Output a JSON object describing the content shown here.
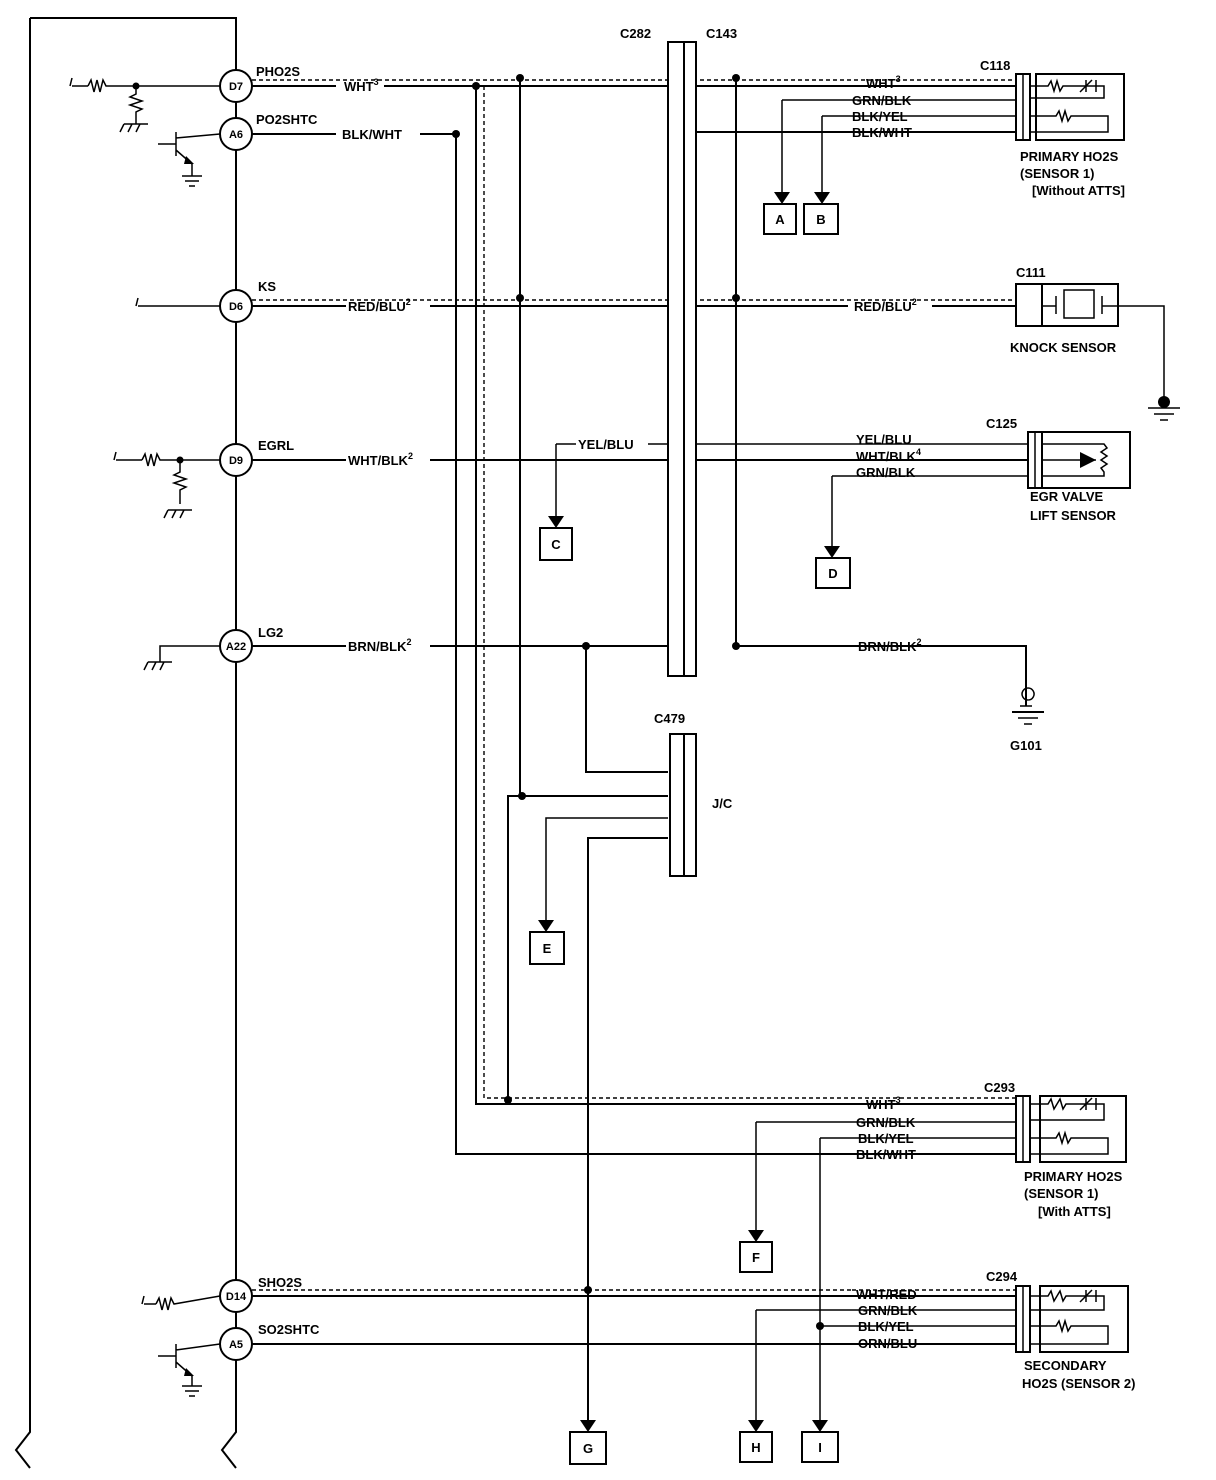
{
  "ecm_pins": [
    {
      "pin": "D7",
      "signal": "PHO2S",
      "wire": "WHT",
      "sup": "3"
    },
    {
      "pin": "A6",
      "signal": "PO2SHTC",
      "wire": "BLK/WHT",
      "sup": ""
    },
    {
      "pin": "D6",
      "signal": "KS",
      "wire": "RED/BLU",
      "sup": "2"
    },
    {
      "pin": "D9",
      "signal": "EGRL",
      "wire": "WHT/BLK",
      "sup": "2"
    },
    {
      "pin": "A22",
      "signal": "LG2",
      "wire": "BRN/BLK",
      "sup": "2"
    },
    {
      "pin": "D14",
      "signal": "SHO2S",
      "wire": "",
      "sup": ""
    },
    {
      "pin": "A5",
      "signal": "SO2SHTC",
      "wire": "",
      "sup": ""
    }
  ],
  "connectors": {
    "c282": "C282",
    "c143": "C143",
    "c479": "C479",
    "jc": "J/C",
    "c118": "C118",
    "c111": "C111",
    "c125": "C125",
    "c293": "C293",
    "c294": "C294",
    "g101": "G101"
  },
  "components": {
    "primary_wo": [
      "PRIMARY HO2S",
      "(SENSOR 1)",
      "[Without ATTS]"
    ],
    "knock": [
      "KNOCK SENSOR"
    ],
    "egr": [
      "EGR VALVE",
      "LIFT SENSOR"
    ],
    "primary_w": [
      "PRIMARY HO2S",
      "(SENSOR 1)",
      "[With ATTS]"
    ],
    "secondary": [
      "SECONDARY",
      "HO2S (SENSOR 2)"
    ]
  },
  "wires_right": {
    "c118": [
      {
        "text": "WHT",
        "sup": "3"
      },
      {
        "text": "GRN/BLK",
        "sup": ""
      },
      {
        "text": "BLK/YEL",
        "sup": ""
      },
      {
        "text": "BLK/WHT",
        "sup": ""
      }
    ],
    "c111": {
      "text": "RED/BLU",
      "sup": "2"
    },
    "c125": [
      {
        "text": "YEL/BLU",
        "sup": ""
      },
      {
        "text": "WHT/BLK",
        "sup": "4"
      },
      {
        "text": "GRN/BLK",
        "sup": ""
      }
    ],
    "c125_left": {
      "text": "YEL/BLU",
      "sup": ""
    },
    "g101": {
      "text": "BRN/BLK",
      "sup": "2"
    },
    "c293": [
      {
        "text": "WHT",
        "sup": "3"
      },
      {
        "text": "GRN/BLK",
        "sup": ""
      },
      {
        "text": "BLK/YEL",
        "sup": ""
      },
      {
        "text": "BLK/WHT",
        "sup": ""
      }
    ],
    "c294": [
      {
        "text": "WHT/RED",
        "sup": ""
      },
      {
        "text": "GRN/BLK",
        "sup": ""
      },
      {
        "text": "BLK/YEL",
        "sup": ""
      },
      {
        "text": "ORN/BLU",
        "sup": ""
      }
    ]
  },
  "refs": [
    "A",
    "B",
    "C",
    "D",
    "E",
    "F",
    "G",
    "H",
    "I"
  ]
}
